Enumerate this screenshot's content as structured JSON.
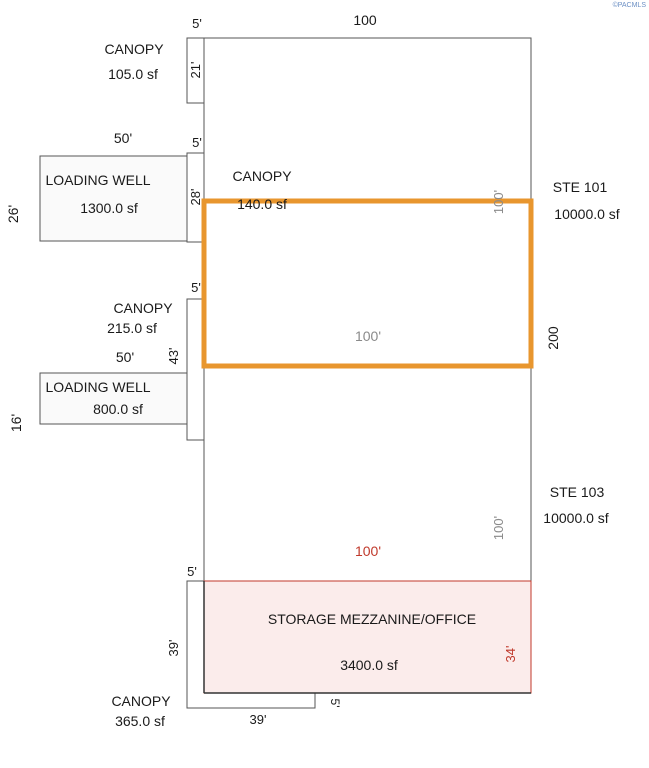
{
  "watermark": "©PACMLS",
  "colors": {
    "line": "#555555",
    "highlight": "#e8962e",
    "mezzanine_fill": "#fbeceb",
    "mezzanine_stroke": "#c0392b",
    "dim_gray": "#8a8a8a",
    "dim_red": "#c0392b"
  },
  "building": {
    "top_width": "100",
    "right_height": "200"
  },
  "canopy_top": {
    "label": "CANOPY",
    "area": "105.0 sf",
    "width": "5'",
    "depth": "21'"
  },
  "loading_well_1": {
    "label": "LOADING WELL",
    "area": "1300.0 sf",
    "width": "50'",
    "depth": "26'"
  },
  "canopy_2": {
    "label": "CANOPY",
    "area": "140.0 sf",
    "width": "5'",
    "depth": "28'"
  },
  "ste_101": {
    "label": "STE 101",
    "area": "10000.0 sf",
    "side": "100'",
    "bottom": "100'"
  },
  "canopy_3": {
    "label": "CANOPY",
    "area": "215.0 sf",
    "width": "5'",
    "depth": "43'"
  },
  "loading_well_2": {
    "label": "LOADING WELL",
    "area": "800.0 sf",
    "width": "50'",
    "depth": "16'"
  },
  "ste_103": {
    "label": "STE 103",
    "area": "10000.0 sf",
    "side": "100'"
  },
  "mezzanine": {
    "label": "STORAGE MEZZANINE/OFFICE",
    "area": "3400.0 sf",
    "top": "100'",
    "side": "34'"
  },
  "canopy_bottom": {
    "label": "CANOPY",
    "area": "365.0 sf",
    "width": "5'",
    "depth": "39'",
    "bottom": "39'",
    "end": "5'"
  }
}
